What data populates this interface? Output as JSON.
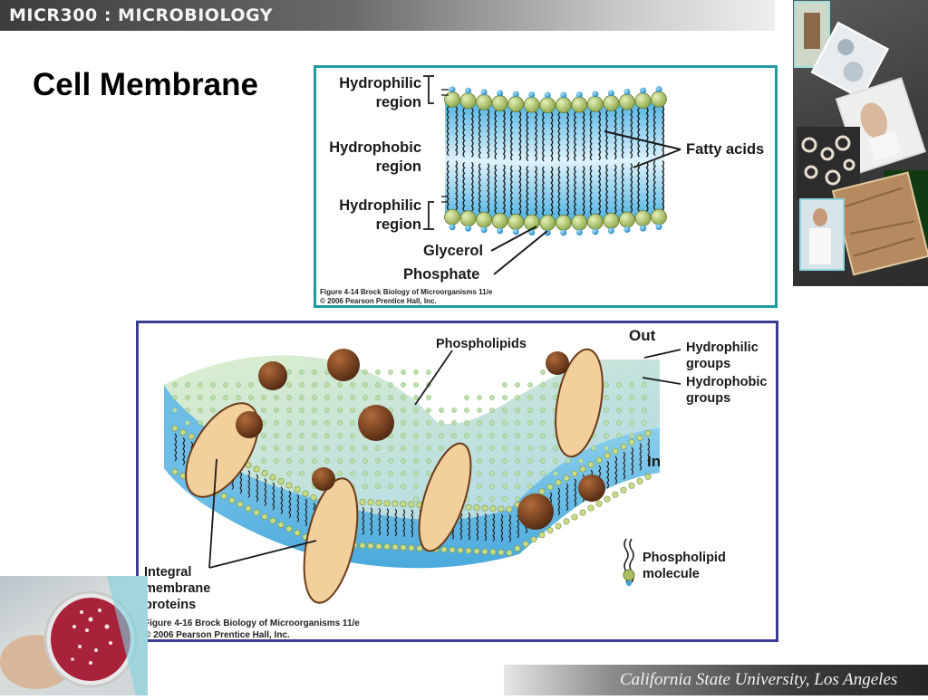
{
  "header": {
    "title": "MICR300 : MICROBIOLOGY"
  },
  "slide": {
    "title": "Cell Membrane"
  },
  "figure1": {
    "labels": {
      "hydrophilic_top": [
        "Hydrophilic",
        "region"
      ],
      "hydrophobic": [
        "Hydrophobic",
        "region"
      ],
      "hydrophilic_bottom": [
        "Hydrophilic",
        "region"
      ],
      "fatty_acids": "Fatty acids",
      "glycerol": "Glycerol",
      "phosphate": "Phosphate"
    },
    "caption": [
      "Figure 4-14  Brock Biology of Microorganisms 11/e",
      "© 2006 Pearson Prentice Hall, Inc."
    ]
  },
  "figure2": {
    "labels": {
      "phospholipids": "Phospholipids",
      "out": "Out",
      "in": "In",
      "hydrophilic_groups": [
        "Hydrophilic",
        "groups"
      ],
      "hydrophobic_groups": [
        "Hydrophobic",
        "groups"
      ],
      "phospholipid_molecule": [
        "Phospholipid",
        "molecule"
      ],
      "integral_proteins": [
        "Integral",
        "membrane",
        "proteins"
      ]
    },
    "caption": [
      "Figure 4-16  Brock Biology of Microorganisms 11/e",
      "© 2006 Pearson Prentice Hall, Inc."
    ]
  },
  "footer": {
    "text": "California State University, Los Angeles"
  },
  "colors": {
    "head_green": "#a9bd64",
    "phosphate_blue": "#3aa6d8",
    "membrane_blue": "#7cc6e8",
    "fig1_border": "#1f9aa0",
    "fig2_border": "#3a3d8f",
    "protein": "#f2cd9a",
    "protein_shadow": "#6b3a1a"
  }
}
